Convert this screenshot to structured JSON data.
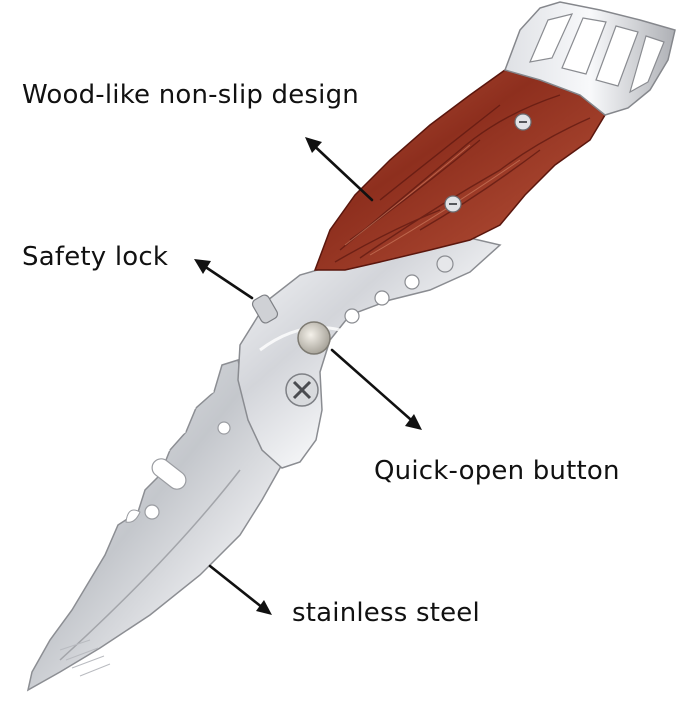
{
  "labels": {
    "wood": "Wood-like non-slip design",
    "safety": "Safety lock",
    "quick": "Quick-open button",
    "steel": "stainless steel"
  },
  "colors": {
    "wood_dark": "#6e1f14",
    "wood_mid": "#9b3a26",
    "wood_light": "#c46a4e",
    "steel_dark": "#8e9096",
    "steel_mid": "#c9cbd0",
    "steel_light": "#f4f5f7",
    "arrow": "#111111",
    "text": "#111111"
  }
}
